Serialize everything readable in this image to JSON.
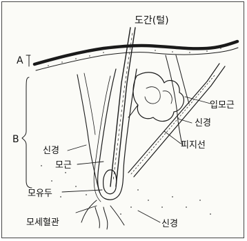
{
  "labels": {
    "hair_shaft": "도간(털)",
    "layer_a": "A",
    "layer_b": "B",
    "nerve_left": "신경",
    "arrector_pili": "입모근",
    "nerve_right": "신경",
    "sebaceous_gland": "피지선",
    "hair_root": "모근",
    "hair_papilla": "모유두",
    "capillaries": "모세혈관",
    "nerve_bottom": "신경"
  }
}
